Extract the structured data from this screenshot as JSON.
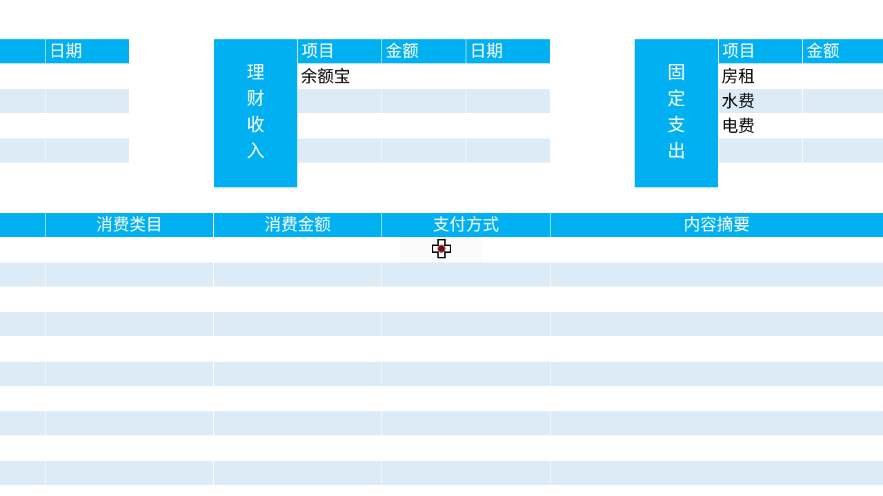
{
  "top_left_table": {
    "headers": [
      "日期"
    ]
  },
  "wealth_income": {
    "label_chars": [
      "理",
      "财",
      "收",
      "入"
    ],
    "headers": [
      "项目",
      "金额",
      "日期"
    ],
    "rows": [
      [
        "余额宝",
        "",
        ""
      ]
    ]
  },
  "fixed_expense": {
    "label_chars": [
      "固",
      "定",
      "支",
      "出"
    ],
    "headers": [
      "项目",
      "金额"
    ],
    "rows": [
      [
        "房租",
        ""
      ],
      [
        "水费",
        ""
      ],
      [
        "电费",
        ""
      ]
    ]
  },
  "consumption_table": {
    "headers": [
      "消费类目",
      "消费金额",
      "支付方式",
      "内容摘要"
    ]
  },
  "colors": {
    "header_blue": "#00b0f0",
    "band_blue": "#ddebf7"
  },
  "icons": {
    "cursor": "cross-cursor-icon"
  }
}
